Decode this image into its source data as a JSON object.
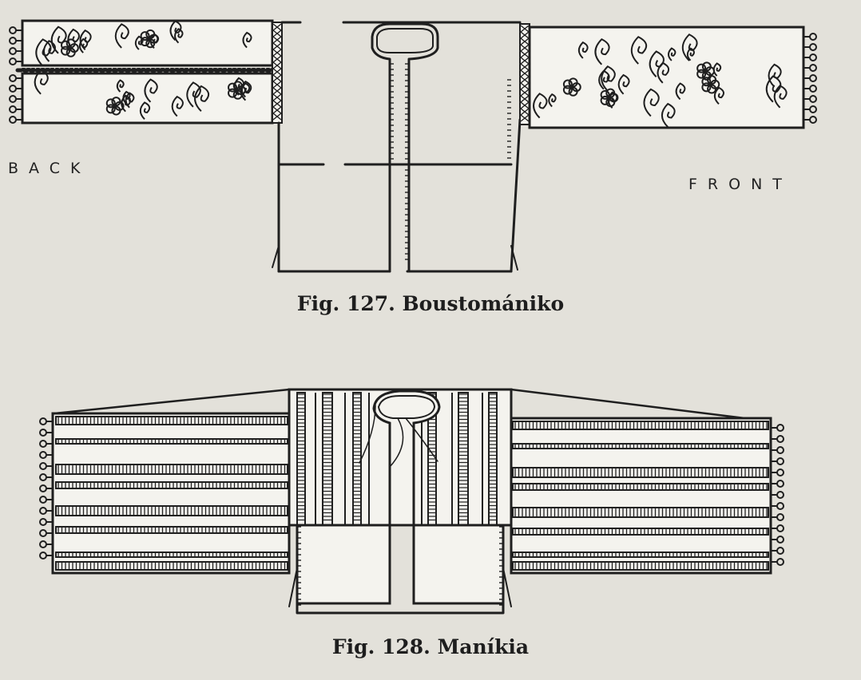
{
  "figure127": {
    "caption": "Fig. 127. Boustomániko",
    "label_back": "BACK",
    "label_front": "FRONT"
  },
  "figure128": {
    "caption": "Fig. 128. Maníkia"
  },
  "colors": {
    "paper": "#e3e1da",
    "ink": "#1f1f1f"
  }
}
